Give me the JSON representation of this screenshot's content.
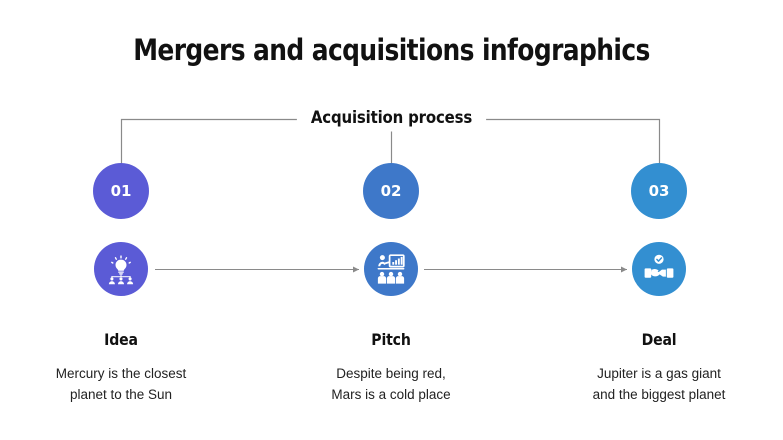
{
  "slide": {
    "title": "Mergers and acquisitions infographics",
    "background_color": "#ffffff",
    "section": {
      "subtitle": "Acquisition process",
      "bracket_color": "#8a8a8a"
    }
  },
  "colors": {
    "step_1": "#5b5bd6",
    "step_2": "#3e78c9",
    "step_3": "#338fd1",
    "arrow": "#8a8a8a",
    "title_text": "#111111",
    "body_text": "#222222",
    "badge_text": "#ffffff"
  },
  "steps": [
    {
      "number": "01",
      "label": "Idea",
      "description": "Mercury is the closest\nplanet to the Sun",
      "color": "#5b5bd6",
      "icon": "lightbulb-team-icon"
    },
    {
      "number": "02",
      "label": "Pitch",
      "description": "Despite being red,\nMars is a cold place",
      "color": "#3e78c9",
      "icon": "presentation-chart-audience-icon"
    },
    {
      "number": "03",
      "label": "Deal",
      "description": "Jupiter is a gas giant\nand the biggest planet",
      "color": "#338fd1",
      "icon": "handshake-check-icon"
    }
  ],
  "arrows": [
    {
      "name": "arrow-step-1-to-2"
    },
    {
      "name": "arrow-step-2-to-3"
    }
  ]
}
